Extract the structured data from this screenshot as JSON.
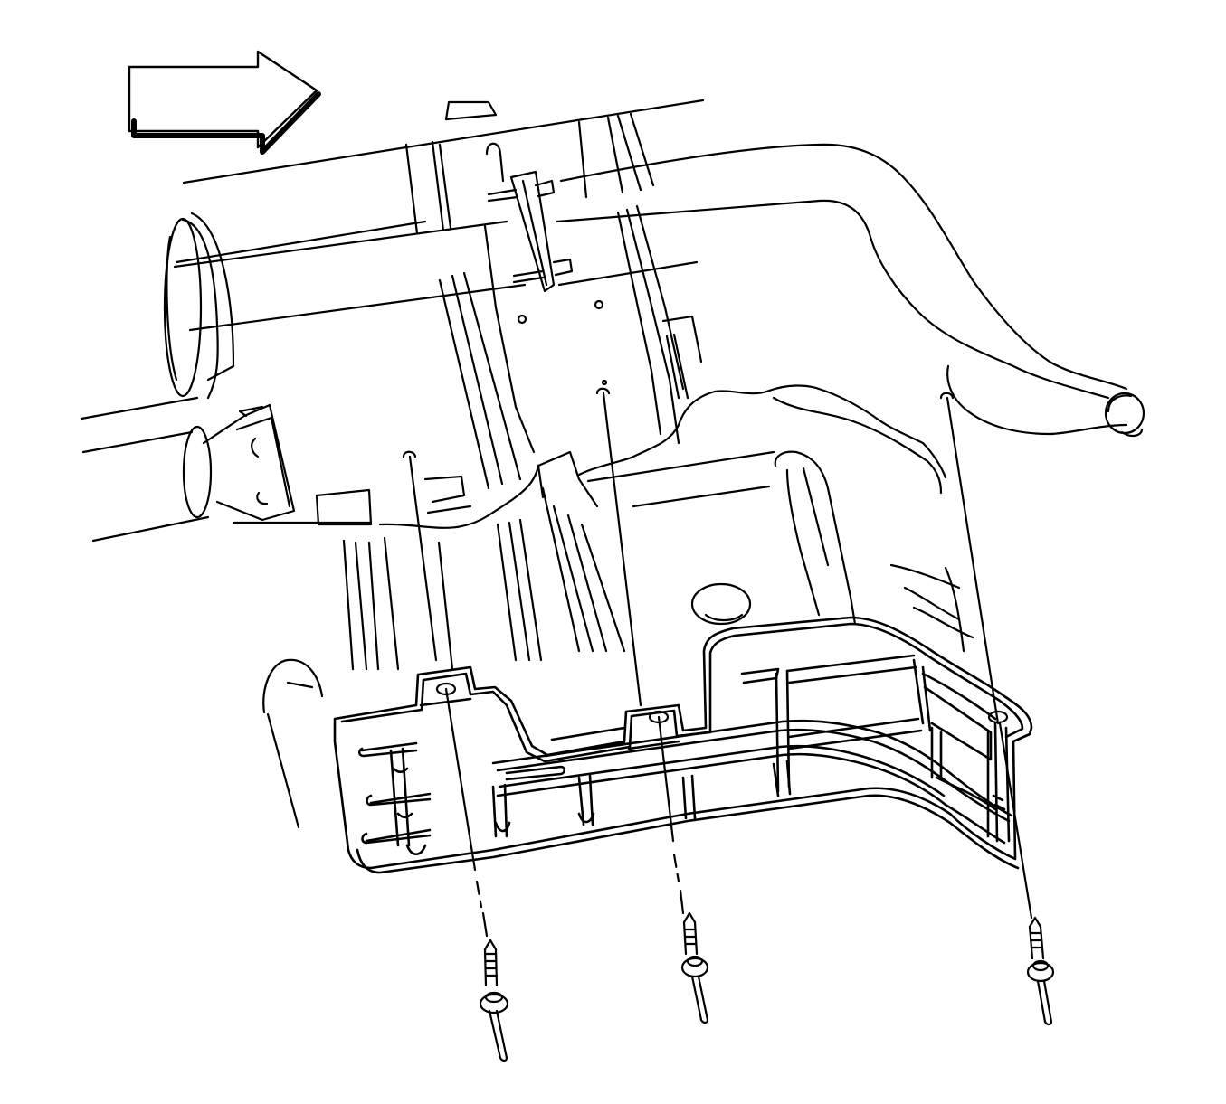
{
  "diagram": {
    "stroke_color": "#000000",
    "background_color": "#ffffff",
    "direction_arrow": {
      "icon": "right-arrow-icon",
      "meaning": ""
    },
    "fastener_count": 3,
    "fasteners": [
      {
        "id": "fastener-1",
        "icon": "push-pin-fastener-icon"
      },
      {
        "id": "fastener-2",
        "icon": "push-pin-fastener-icon"
      },
      {
        "id": "fastener-3",
        "icon": "push-pin-fastener-icon"
      }
    ]
  }
}
